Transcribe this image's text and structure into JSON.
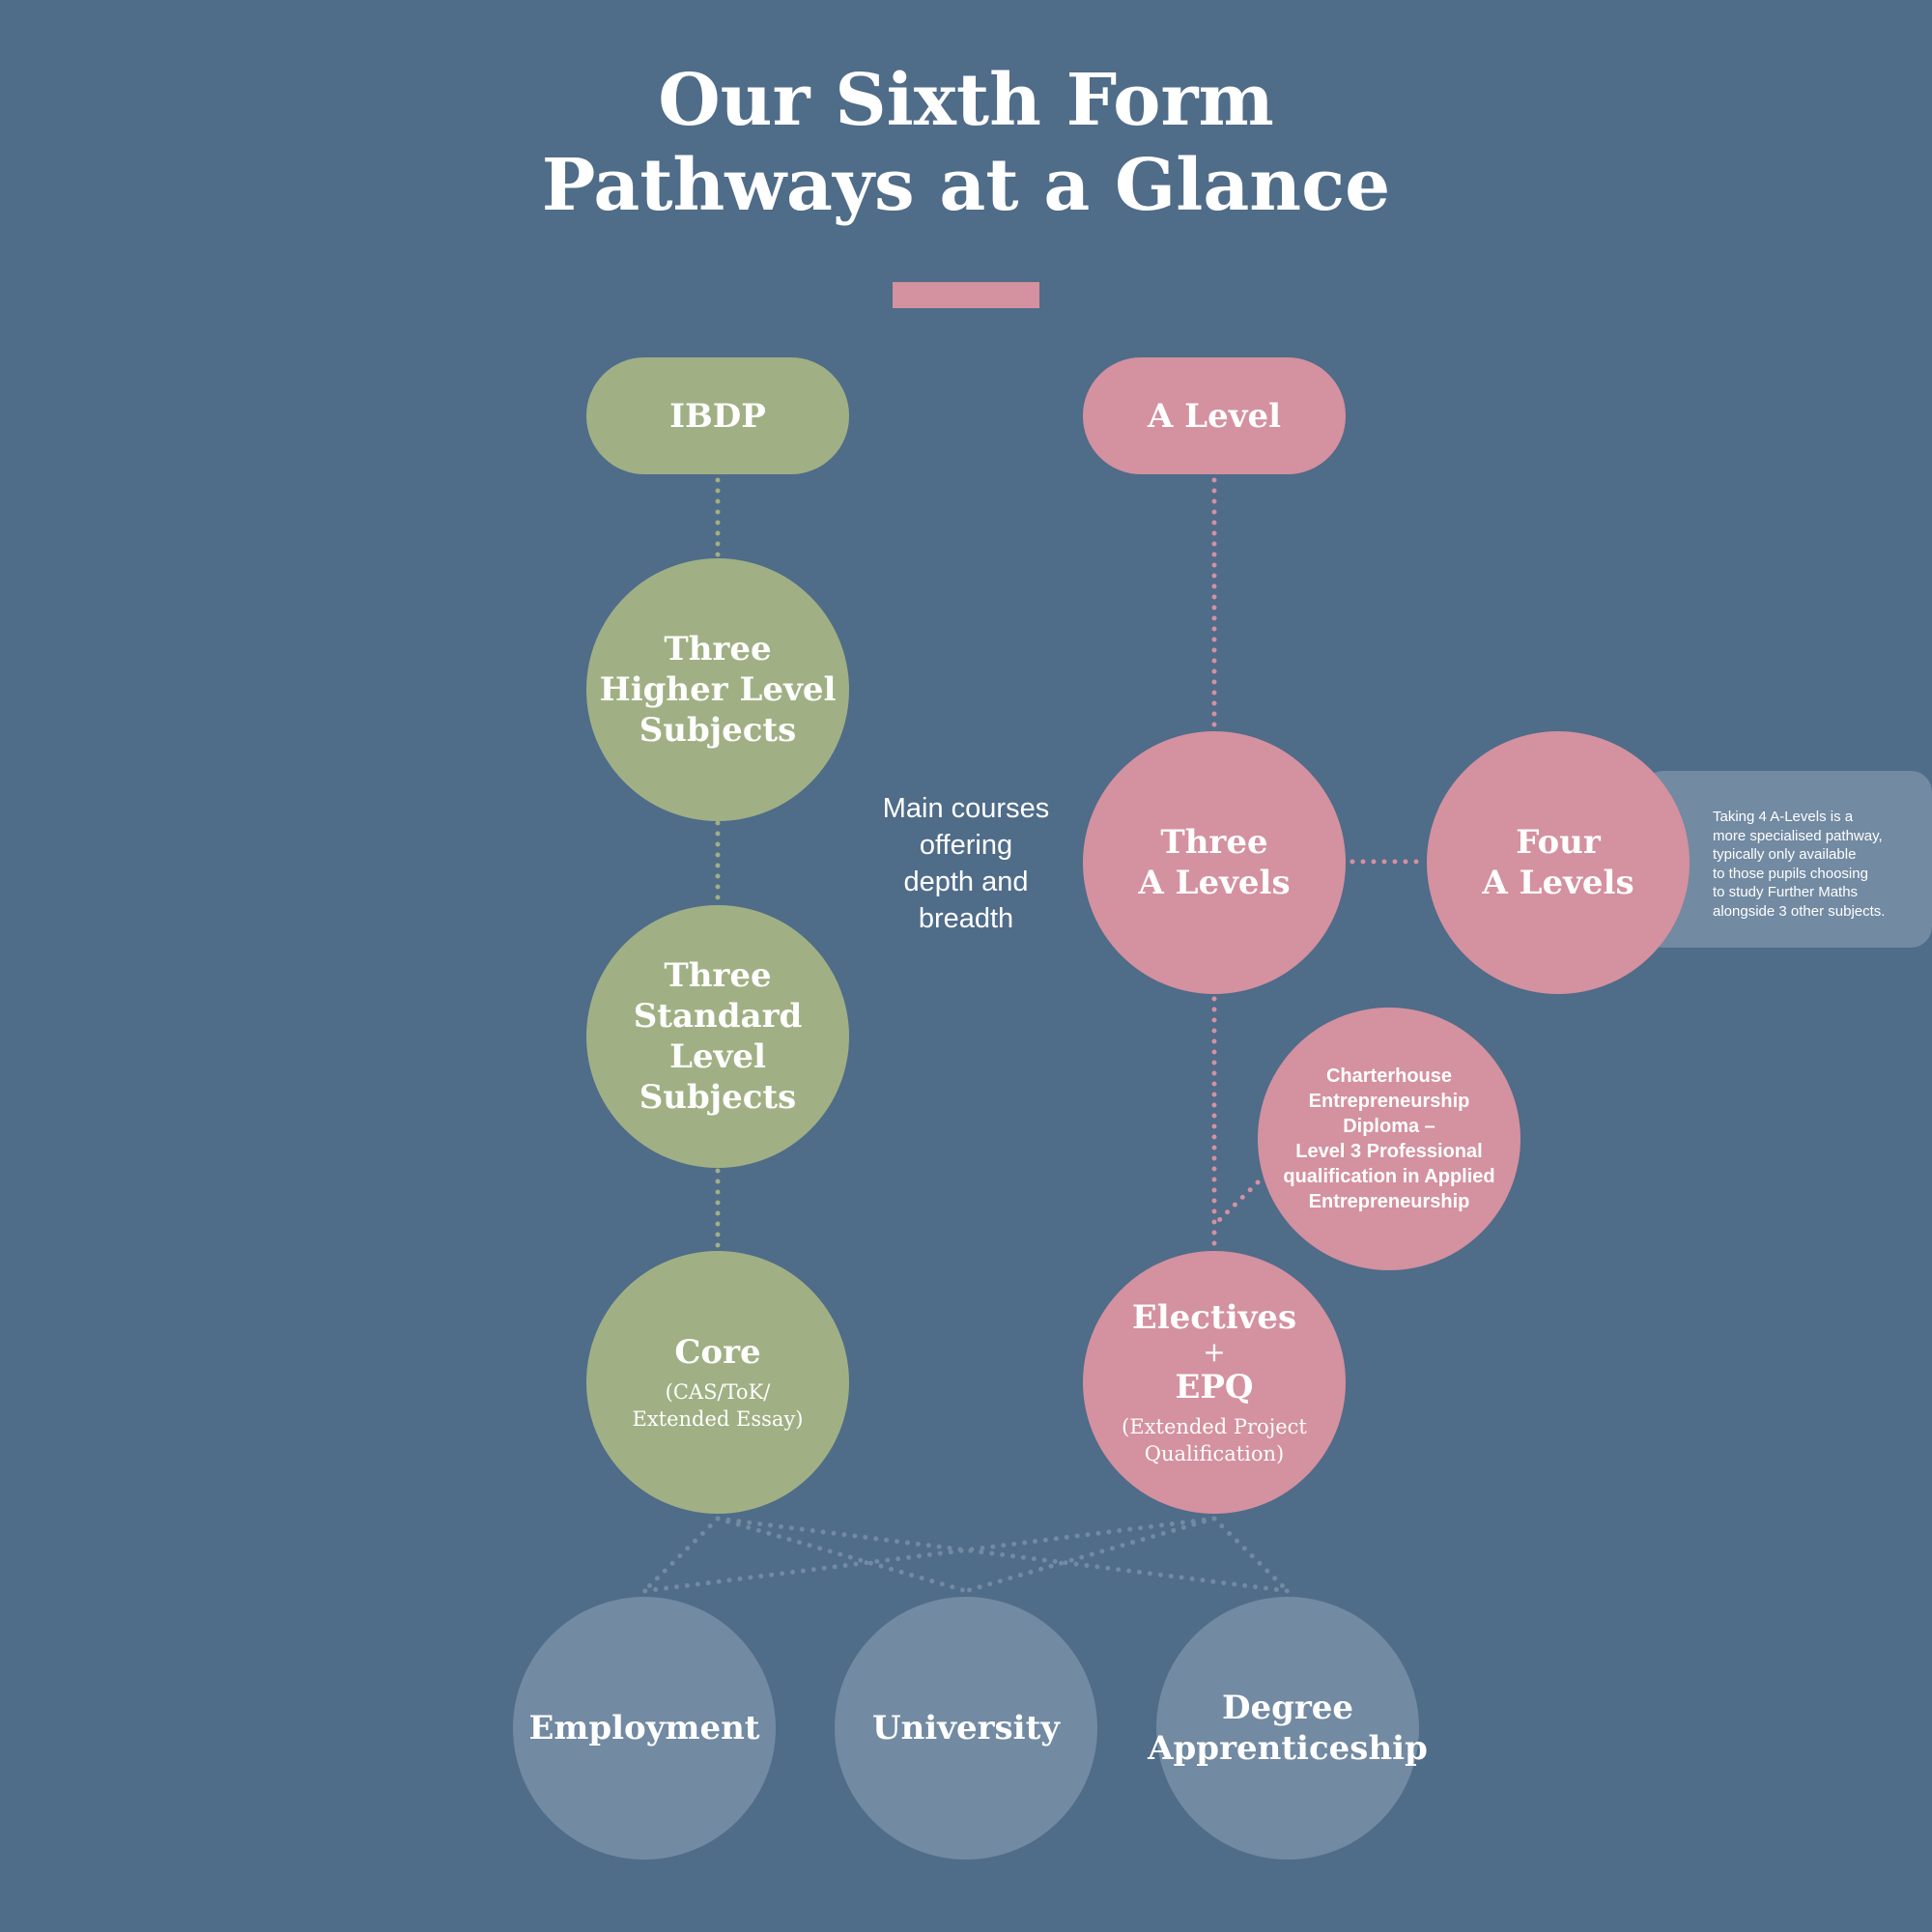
{
  "colors": {
    "background": "#4F6C89",
    "ib_green": "#A0B084",
    "alevel_pink": "#D4919F",
    "outcome_grey": "#728AA2",
    "note_box": "#728AA2",
    "title_text": "#FFFFFF"
  },
  "title": {
    "line1": "Our Sixth Form",
    "line2": "Pathways at a Glance"
  },
  "center_label": [
    "Main courses",
    "offering",
    "depth and",
    "breadth"
  ],
  "ibdp": {
    "header": "IBDP",
    "higher": [
      "Three",
      "Higher Level",
      "Subjects"
    ],
    "standard": [
      "Three",
      "Standard",
      "Level",
      "Subjects"
    ],
    "core": {
      "title": "Core",
      "subtitle": [
        "(CAS/ToK/",
        "Extended Essay)"
      ]
    }
  },
  "alevel": {
    "header": "A Level",
    "three": [
      "Three",
      "A Levels"
    ],
    "four": [
      "Four",
      "A Levels"
    ],
    "four_note": [
      "Taking 4 A-Levels is a",
      "more specialised pathway,",
      "typically only available",
      "to those pupils choosing",
      "to study Further Maths",
      "alongside 3 other subjects."
    ],
    "diploma": [
      "Charterhouse",
      "Entrepreneurship",
      "Diploma –",
      "Level 3 Professional",
      "qualification in Applied",
      "Entrepreneurship"
    ],
    "electives": {
      "title1": "Electives",
      "plus": "+",
      "title2": "EPQ",
      "subtitle": [
        "(Extended Project",
        "Qualification)"
      ]
    }
  },
  "outcomes": {
    "employment": [
      "Employment"
    ],
    "university": [
      "University"
    ],
    "apprenticeship": [
      "Degree",
      "Apprenticeship"
    ]
  }
}
